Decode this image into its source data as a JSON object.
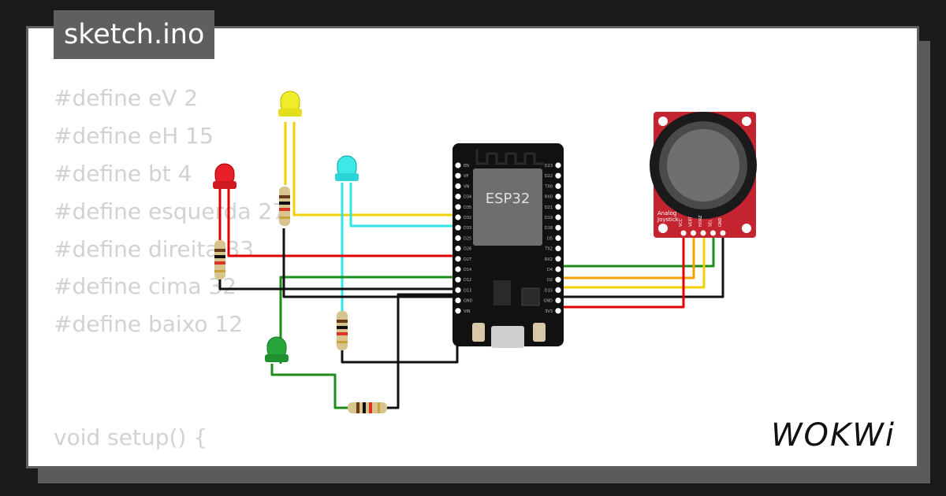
{
  "file_tab": {
    "title": "sketch.ino"
  },
  "code_lines": [
    "#define eV 2",
    "#define eH 15",
    "#define bt 4",
    "#define esquerda 27",
    "#define direita 33",
    "#define cima 32",
    "#define baixo 12",
    "void setup() {"
  ],
  "board": {
    "label": "ESP32",
    "left_pins": [
      "EN",
      "VP",
      "VN",
      "D34",
      "D35",
      "D32",
      "D33",
      "D25",
      "D26",
      "D27",
      "D14",
      "D12",
      "D13",
      "GND",
      "VIN"
    ],
    "right_pins": [
      "D23",
      "D22",
      "TX0",
      "RX0",
      "D21",
      "D19",
      "D18",
      "D5",
      "TX2",
      "RX2",
      "D4",
      "D2",
      "D15",
      "GND",
      "3V3"
    ]
  },
  "joystick": {
    "caption_line1": "Analog",
    "caption_line2": "Joystick",
    "pins": [
      "VCC",
      "VERT",
      "HORZ",
      "SEL",
      "GND"
    ]
  },
  "leds": [
    {
      "name": "yellow",
      "color": "#f0ec2c"
    },
    {
      "name": "red",
      "color": "#e8202a"
    },
    {
      "name": "cyan",
      "color": "#3de8e8"
    },
    {
      "name": "green",
      "color": "#27a43a"
    }
  ],
  "wire_colors": {
    "yellow": "#f2d100",
    "red": "#e00000",
    "cyan": "#2ee6e6",
    "green": "#1c8c1c",
    "black": "#111111",
    "orange": "#f5a100"
  },
  "brand": {
    "name": "WOKWi"
  }
}
